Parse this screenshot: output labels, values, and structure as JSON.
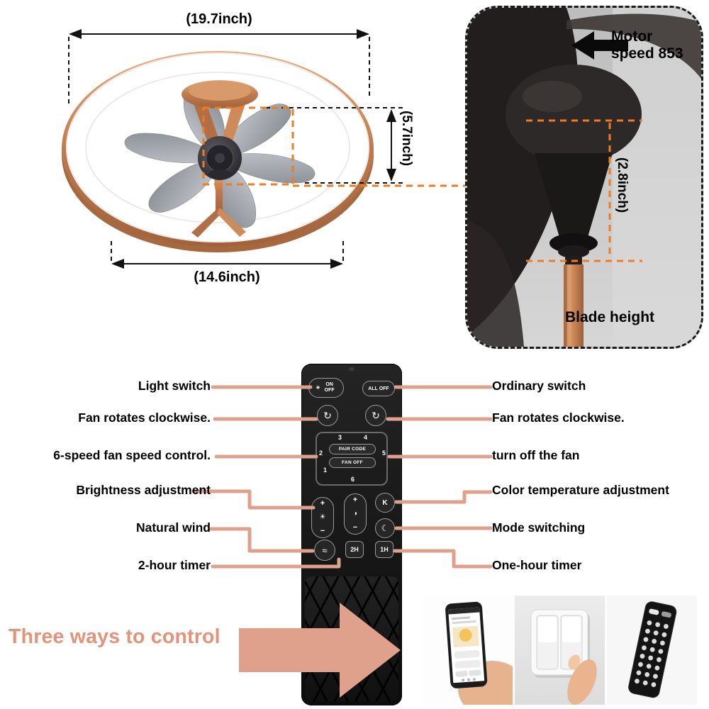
{
  "fan": {
    "width_label": "(19.7inch)",
    "side_label": "(5.7inch)",
    "bottom_label": "(14.6inch)"
  },
  "inset": {
    "motor_speed": "Motor speed 853",
    "height_label": "(2.8inch)",
    "blade_height_label": "Blade height"
  },
  "remote": {
    "on_off": "ON OFF",
    "all_off": "ALL OFF",
    "pair_code": "PAIR CODE",
    "fan_off": "FAN OFF",
    "numbers": [
      "1",
      "2",
      "3",
      "4",
      "5",
      "6"
    ],
    "plus": "+",
    "minus": "−",
    "k": "K",
    "timer_2h": "2H",
    "timer_1h": "1H"
  },
  "icons": {
    "sun": "☀",
    "brightness": "☀",
    "light": "◑",
    "moon": "☾",
    "wave": "≈",
    "rotate_cw": "↻"
  },
  "callouts": {
    "left": [
      "Light switch",
      "Fan rotates clockwise.",
      "6-speed fan speed control.",
      "Brightness adjustment",
      "Natural wind",
      "2-hour timer"
    ],
    "right": [
      "Ordinary switch",
      "Fan rotates clockwise.",
      "turn off the fan",
      "Color temperature adjustment",
      "Mode switching",
      "One-hour timer"
    ]
  },
  "footer": {
    "title": "Three ways to control"
  },
  "colors": {
    "salmon": "#dfa18c",
    "title_salmon": "#e2937a",
    "copper": "#c07a4e",
    "dash_orange": "#ef7d1f",
    "remote_black": "#141414"
  }
}
